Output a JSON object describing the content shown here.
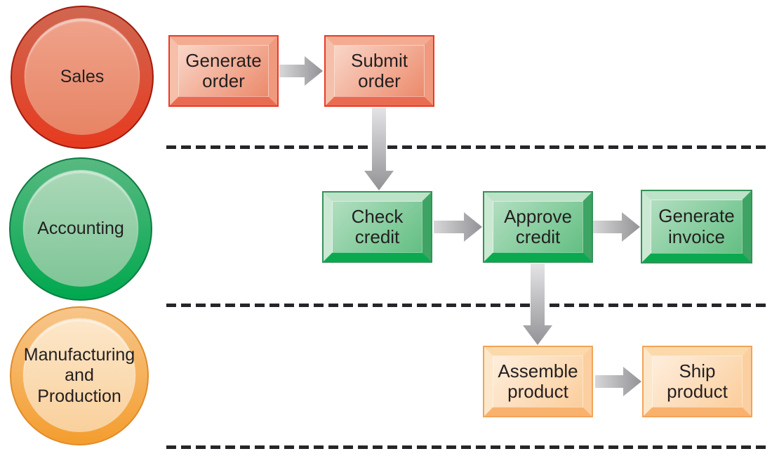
{
  "diagram_type": "swimlane-flowchart",
  "lanes": [
    {
      "label": "Sales",
      "color": "#e63a1f"
    },
    {
      "label": "Accounting",
      "color": "#00a84e"
    },
    {
      "label": "Manufacturing and Production",
      "color": "#f49d2e"
    }
  ],
  "steps": [
    {
      "label": "Generate order",
      "lane": "Sales"
    },
    {
      "label": "Submit order",
      "lane": "Sales"
    },
    {
      "label": "Check credit",
      "lane": "Accounting"
    },
    {
      "label": "Approve credit",
      "lane": "Accounting"
    },
    {
      "label": "Generate invoice",
      "lane": "Accounting"
    },
    {
      "label": "Assemble product",
      "lane": "Manufacturing and Production"
    },
    {
      "label": "Ship product",
      "lane": "Manufacturing and Production"
    }
  ],
  "connections": [
    {
      "from": "Generate order",
      "to": "Submit order"
    },
    {
      "from": "Submit order",
      "to": "Check credit"
    },
    {
      "from": "Check credit",
      "to": "Approve credit"
    },
    {
      "from": "Approve credit",
      "to": "Generate invoice"
    },
    {
      "from": "Approve credit",
      "to": "Assemble product"
    },
    {
      "from": "Assemble product",
      "to": "Ship product"
    }
  ],
  "colors": {
    "arrow_gray_light": "#d7d7d9",
    "arrow_gray_dark": "#939397",
    "divider": "#26262a",
    "text": "#231f20"
  }
}
